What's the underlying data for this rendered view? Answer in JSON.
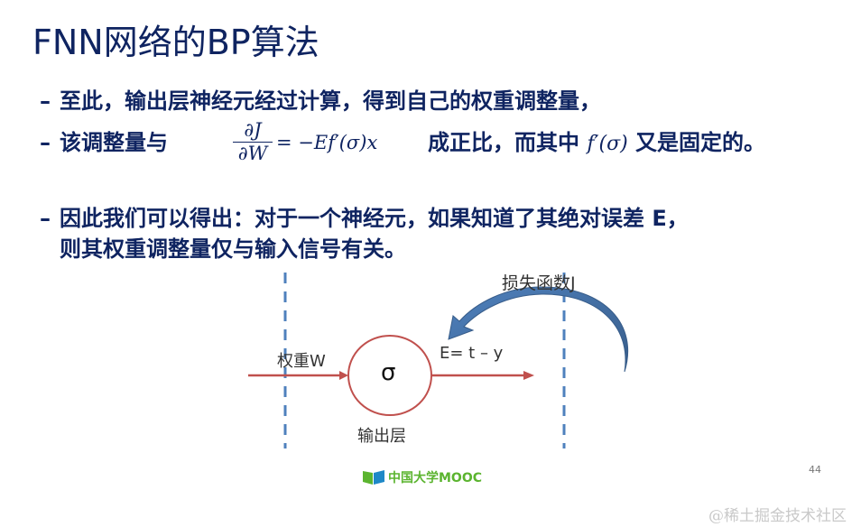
{
  "slide": {
    "title": "FNN网络的BP算法",
    "page_number": "44"
  },
  "bullets": [
    {
      "dash": "–",
      "text": "至此，输出层神经元经过计算，得到自己的权重调整量，"
    },
    {
      "dash": "–",
      "text_before": "该调整量与",
      "text_after": "成正比，而其中",
      "inline_math": "f′(σ)",
      "text_end": "又是固定的。"
    },
    {
      "dash": "–",
      "line1": "因此我们可以得出：对于一个神经元，如果知道了其绝对误差 E，",
      "line2": "则其权重调整量仅与输入信号有关。"
    }
  ],
  "formula": {
    "numerator": "∂J",
    "denominator": "∂W",
    "rhs": "= −Ef′(σ)x"
  },
  "diagram": {
    "input_label": "权重W",
    "neuron_symbol": "σ",
    "neuron_label": "输出层",
    "error_label": "E= t – y",
    "loss_label": "损失函数J",
    "colors": {
      "signal_arrow": "#c0504d",
      "neuron_border": "#c0504d",
      "dashed_line": "#4f81bd",
      "curved_arrow": "#4f81bd",
      "curved_arrow_dark": "#385d8a"
    }
  },
  "footer": {
    "logo_text": "中国大学MOOC",
    "logo_color": "#5bb42f",
    "watermark": "@稀土掘金技术社区"
  }
}
